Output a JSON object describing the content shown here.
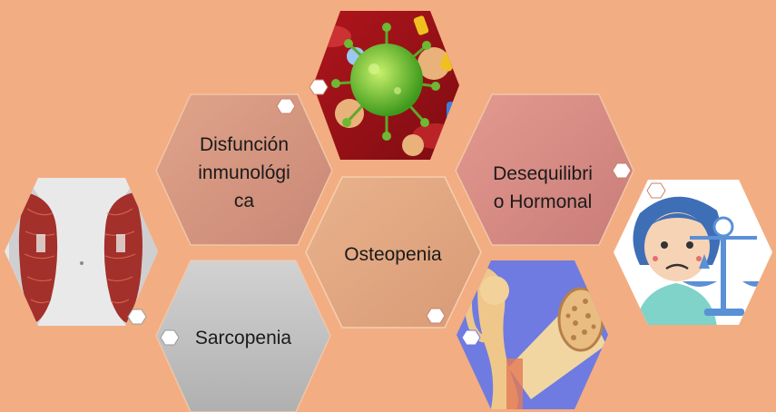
{
  "hexagons": {
    "immune": {
      "line1": "Disfunción",
      "line2": "inmunológi",
      "line3": "ca"
    },
    "center": {
      "label": "Osteopenia"
    },
    "hormonal": {
      "line1": "Desequilibri",
      "line2": "o Hormonal"
    },
    "sarcopenia": {
      "label": "Sarcopenia"
    }
  },
  "images": {
    "virus": "virus-illustration",
    "muscles": "back-muscles-illustration",
    "bone": "bone-osteopenia-illustration",
    "hormonal": "hormonal-imbalance-cartoon"
  },
  "colors": {
    "background": "#f3ad82",
    "immune_hex": "#d89a84",
    "center_hex": "#e4aa85",
    "hormonal_hex": "#d98f86",
    "sarcopenia_hex": "#bcbcbc"
  }
}
